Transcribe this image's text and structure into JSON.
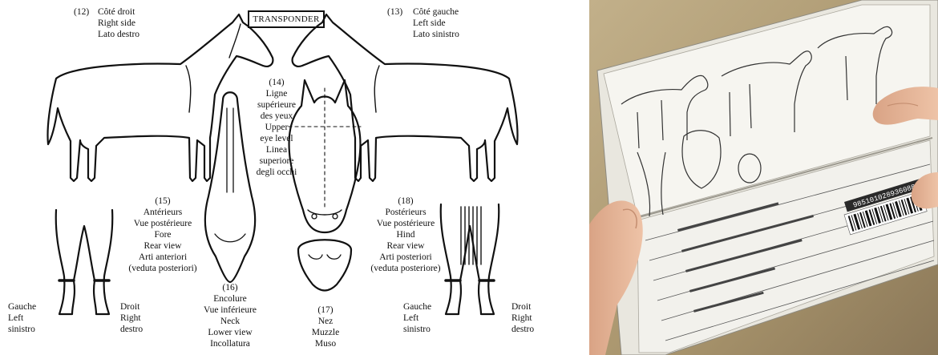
{
  "transponder": "TRANSPONDER",
  "labels": {
    "right_side_num": "(12)",
    "right_side": "Côté droit\nRight side\nLato destro",
    "left_side_num": "(13)",
    "left_side": "Côté gauche\nLeft side\nLato sinistro",
    "upper_eye": "(14)\nLigne\nsupérieure\ndes yeux\nUpper\neye level\nLinea\nsuperiore\ndegli occhi",
    "fore": "(15)\nAntérieurs\nVue postérieure\nFore\nRear view\nArti anteriori\n(veduta posteriori)",
    "neck": "(16)\nEncolure\nVue inférieure\nNeck\nLower view\nIncollatura",
    "muzzle": "(17)\nNez\nMuzzle\nMuso",
    "hind": "(18)\nPostérieurs\nVue postérieure\nHind\nRear view\nArti posteriori\n(veduta posteriore)",
    "fore_left": "Gauche\nLeft\nsinistro",
    "fore_right": "Droit\nRight\ndestro",
    "hind_left": "Gauche\nLeft\nsinistro",
    "hind_right": "Droit\nRight\ndestro"
  },
  "passport": {
    "barcode_number": "985101028936088"
  },
  "colors": {
    "line": "#111111",
    "paper": "#f4f3ee",
    "skin": "#e2b597",
    "background": "#b3a27e"
  }
}
